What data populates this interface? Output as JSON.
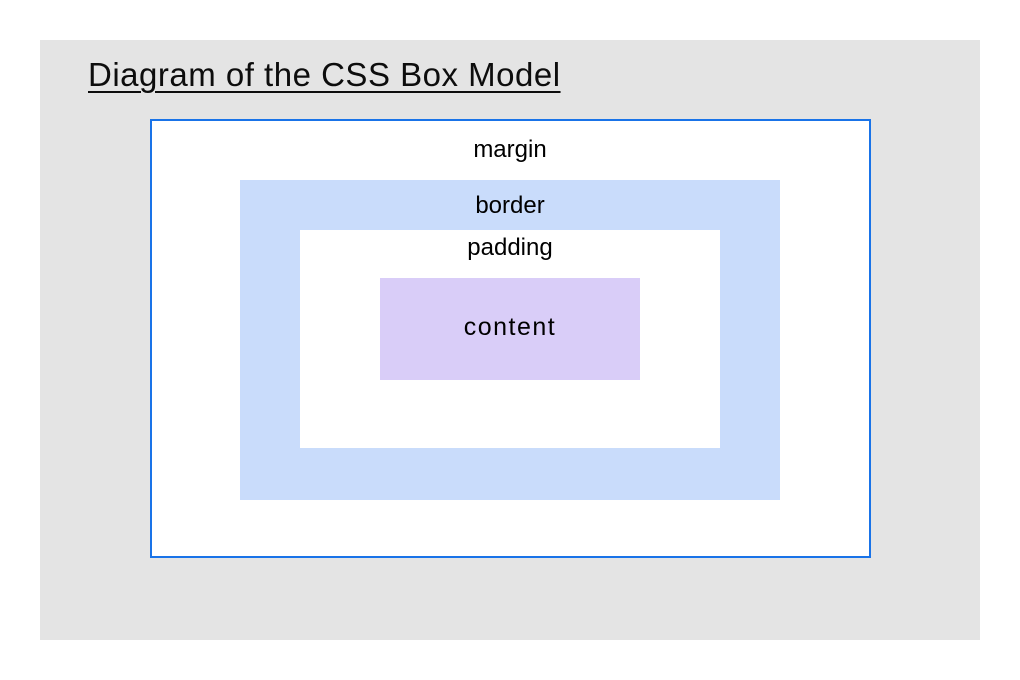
{
  "slide": {
    "title": "Diagram of the CSS Box Model",
    "background_color": "#e4e4e4"
  },
  "diagram": {
    "labels": {
      "margin": "margin",
      "border": "border",
      "padding": "padding",
      "content": "content"
    },
    "colors": {
      "outer_box_border": "#1973e8",
      "outer_box_fill": "#ffffff",
      "border_box_fill": "#c9dcfb",
      "padding_box_fill": "#ffffff",
      "content_box_fill": "#d9cdf8"
    }
  }
}
